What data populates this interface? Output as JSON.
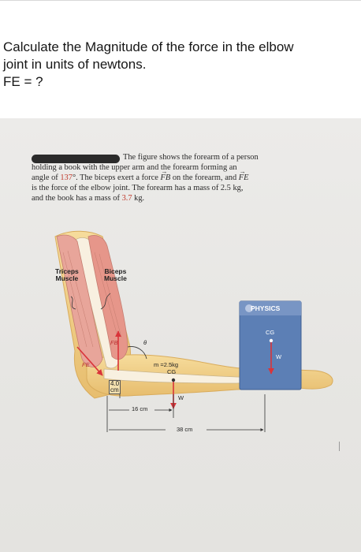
{
  "question": {
    "line1": "Calculate the Magnitude of the force in the elbow",
    "line2": "joint in units of newtons.",
    "line3": "FE = ?"
  },
  "problem": {
    "line1": "The figure shows the forearm of a person",
    "line2": "holding a book with the upper arm and the forearm forming an",
    "line3a": "angle of ",
    "angle": "137",
    "line3b": "°. The biceps exert a force ",
    "fb": "FB",
    "line3c": " on the forearm, and ",
    "fe": "FE",
    "line4": "is the force of the elbow joint. The forearm has a mass of 2.5 kg,",
    "line5a": "and the book has a mass of ",
    "book_mass": "3.7",
    "line5b": " kg."
  },
  "figure": {
    "triceps_label_1": "Triceps",
    "triceps_label_2": "Muscle",
    "biceps_label_1": "Biceps",
    "biceps_label_2": "Muscle",
    "fe_label": "FE",
    "fb_label": "FB",
    "theta": "θ",
    "forearm_mass_label": "m =2.5kg",
    "cg_forearm": "CG",
    "wa_label": "W",
    "book_title": "PHYSICS",
    "cg_book": "CG",
    "wb_label": "W",
    "dist_4": "4.0",
    "dist_4_unit": "cm",
    "dist_16": "16 cm",
    "dist_38": "38 cm"
  },
  "colors": {
    "skin": "#f1cf86",
    "skin_dark": "#d9ac5c",
    "muscle": "#e8a59a",
    "bone": "#f8f0e0",
    "book": "#5c7fb5",
    "arrow": "#d9343a"
  }
}
